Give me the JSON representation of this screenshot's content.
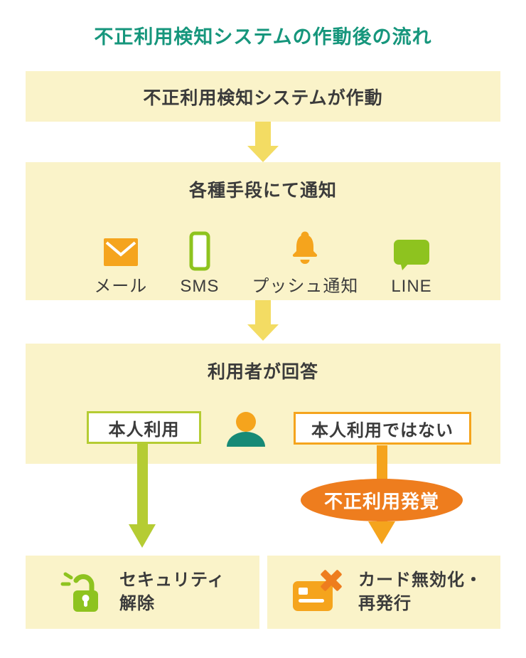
{
  "title": "不正利用検知システムの作動後の流れ",
  "colors": {
    "title_teal": "#16967c",
    "panel_yellow": "#faf3c9",
    "connector_yellow": "#f3dc63",
    "orange": "#f5a41d",
    "deep_orange": "#ee7d1e",
    "green": "#8ec31f",
    "yellow_green": "#b5cc33",
    "person_teal": "#178a76",
    "text_dark": "#3b3b3b"
  },
  "flow": {
    "step1": {
      "label": "不正利用検知システムが作動"
    },
    "step2": {
      "label": "各種手段にて通知",
      "channels": [
        {
          "icon": "mail-icon",
          "label": "メール"
        },
        {
          "icon": "sms-phone-icon",
          "label": "SMS"
        },
        {
          "icon": "push-bell-icon",
          "label": "プッシュ通知"
        },
        {
          "icon": "line-bubble-icon",
          "label": "LINE"
        }
      ]
    },
    "step3": {
      "label": "利用者が回答",
      "answer_left": "本人利用",
      "answer_right": "本人利用ではない"
    },
    "fraud_badge": "不正利用発覚",
    "outcome_left": {
      "icon": "unlock-icon",
      "line1": "セキュリティ",
      "line2": "解除"
    },
    "outcome_right": {
      "icon": "card-invalid-icon",
      "line1": "カード無効化・",
      "line2": "再発行"
    }
  }
}
